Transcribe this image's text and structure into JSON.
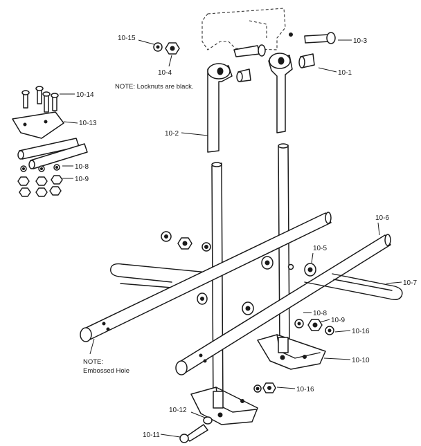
{
  "labels": {
    "l_10_15": "10-15",
    "l_10_4": "10-4",
    "l_10_3": "10-3",
    "l_10_1": "10-1",
    "l_10_14": "10-14",
    "l_10_13": "10-13",
    "l_10_2": "10-2",
    "l_10_8a": "10-8",
    "l_10_9a": "10-9",
    "l_10_6": "10-6",
    "l_10_5": "10-5",
    "l_10_7": "10-7",
    "l_10_8b": "10-8",
    "l_10_9b": "10-9",
    "l_10_16a": "10-16",
    "l_10_10": "10-10",
    "l_10_16b": "10-16",
    "l_10_12": "10-12",
    "l_10_11": "10-11"
  },
  "notes": {
    "locknuts": "NOTE: Locknuts are black.",
    "embossed_line1": "NOTE:",
    "embossed_line2": "Embossed Hole"
  }
}
